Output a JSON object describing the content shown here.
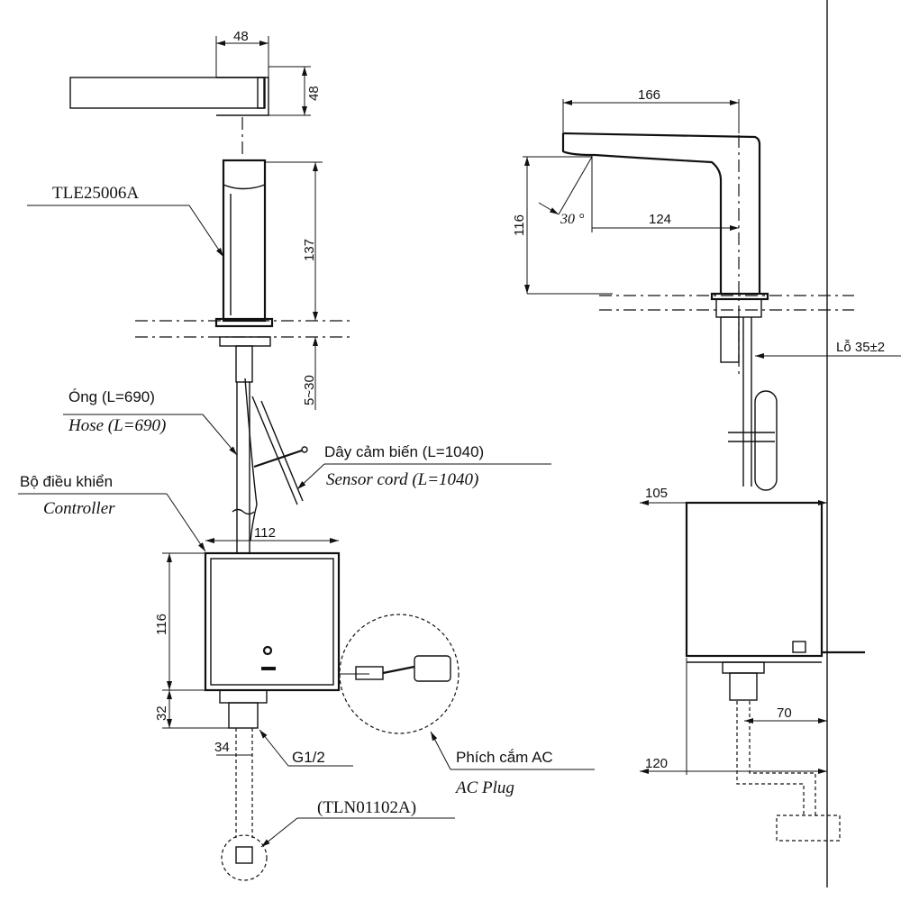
{
  "front_view": {
    "top_width": "48",
    "top_depth": "48",
    "model": "TLE25006A",
    "height": "137",
    "deck_range": "5~30",
    "hose_vi": "Óng (L=690)",
    "hose_en": "Hose (L=690)",
    "sensor_vi": "Dây cảm biến (L=1040)",
    "sensor_en": "Sensor cord (L=1040)",
    "controller_vi": "Bộ điều khiển",
    "controller_en": "Controller",
    "controller_width": "112",
    "controller_height": "116",
    "fitting_height": "32",
    "fitting_width": "34",
    "thread": "G1/2",
    "plug_vi": "Phích cắm AC",
    "plug_en": "AC Plug",
    "valve_model": "(TLN01102A)"
  },
  "side_view": {
    "spout_reach": "166",
    "spout_height": "116",
    "angle": "30 °",
    "outlet_reach": "124",
    "hole": "Lỗ 35±2",
    "controller_depth": "105",
    "wall_offset": "70",
    "wall_distance": "120"
  }
}
